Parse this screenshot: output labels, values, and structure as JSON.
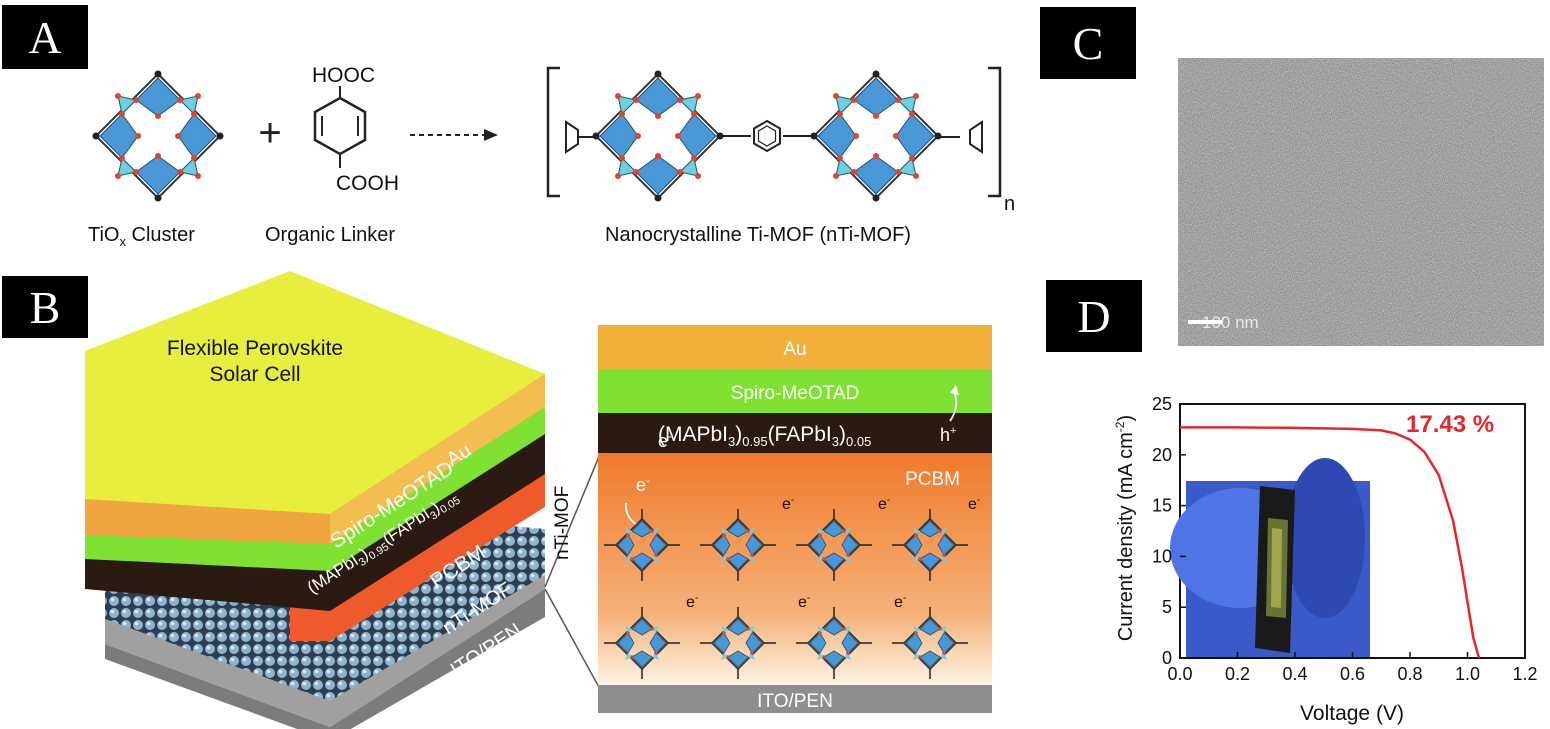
{
  "panels": {
    "a": "A",
    "b": "B",
    "c": "C",
    "d": "D"
  },
  "panel_a": {
    "linker_top": "HOOC",
    "linker_bottom": "COOH",
    "plus": "+",
    "cluster_label": "TiO",
    "cluster_label_sub": "x",
    "cluster_label_end": " Cluster",
    "linker_label": "Organic Linker",
    "product_label": "Nanocrystalline Ti-MOF (nTi-MOF)",
    "repeat": "n"
  },
  "panel_b": {
    "stack_title_1": "Flexible Perovskite",
    "stack_title_2": "Solar Cell",
    "au": "Au",
    "spiro": "Spiro-MeOTAD",
    "perov_a": "(MAPbI",
    "perov_a_sub1": "3",
    "perov_a_mid": ")",
    "perov_a_sub2": "0.95",
    "perov_b": "(FAPbI",
    "perov_b_sub1": "3",
    "perov_b_mid": ")",
    "perov_b_sub2": "0.05",
    "pcbm": "PCBM",
    "ntimof": "nTi-MOF",
    "itopen": "ITO/PEN",
    "electron": "e",
    "electron_sup": "-",
    "hole": "h",
    "hole_sup": "+"
  },
  "panel_c": {
    "scale_bar": "100 nm"
  },
  "colors": {
    "au": "#f0b03a",
    "spiro": "#7fe233",
    "perovskite": "#2a1a12",
    "pcbm": "#f07a2c",
    "ito": "#8e8e8e",
    "curve": "#e8262a",
    "yellow_top": "#e9ef3a"
  },
  "chart_data": {
    "type": "line",
    "xlabel": "Voltage (V)",
    "ylabel": "Current density (mA cm",
    "ylabel_sup": "-2",
    "ylabel_end": ")",
    "xlim": [
      0.0,
      1.2
    ],
    "ylim": [
      0,
      25
    ],
    "x_ticks": [
      "0.0",
      "0.2",
      "0.4",
      "0.6",
      "0.8",
      "1.0",
      "1.2"
    ],
    "y_ticks": [
      "0",
      "5",
      "10",
      "15",
      "20",
      "25"
    ],
    "annotation": "17.43 %",
    "series": [
      {
        "x": [
          0.0,
          0.2,
          0.4,
          0.6,
          0.7,
          0.75,
          0.8,
          0.85,
          0.9,
          0.95,
          0.98,
          1.0,
          1.02,
          1.04
        ],
        "y": [
          22.7,
          22.7,
          22.65,
          22.55,
          22.4,
          22.1,
          21.5,
          20.3,
          18.0,
          13.5,
          9.0,
          5.5,
          2.0,
          0.0
        ]
      }
    ],
    "grid": false
  }
}
